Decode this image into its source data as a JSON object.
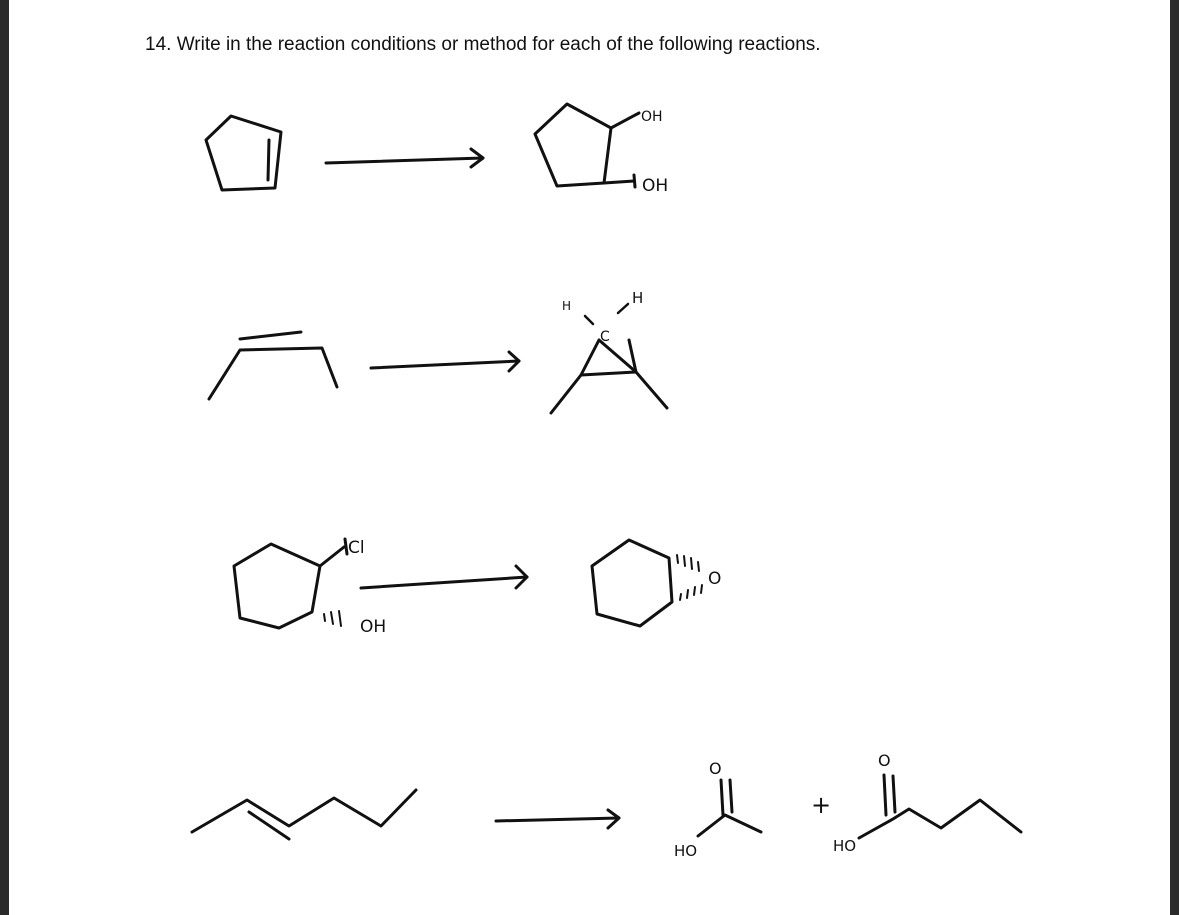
{
  "question": {
    "number": "14.",
    "text": "Write in the reaction conditions or method for each of the following reactions."
  },
  "reactions": [
    {
      "id": 1,
      "product_labels": [
        "OH",
        "OH"
      ]
    },
    {
      "id": 2,
      "product_labels": [
        "H",
        "H",
        "C"
      ]
    },
    {
      "id": 3,
      "reactant_labels": [
        "Cl",
        "OH"
      ],
      "product_labels": [
        "O"
      ]
    },
    {
      "id": 4,
      "product_labels": [
        "O",
        "HO",
        "+",
        "O",
        "HO"
      ]
    }
  ]
}
